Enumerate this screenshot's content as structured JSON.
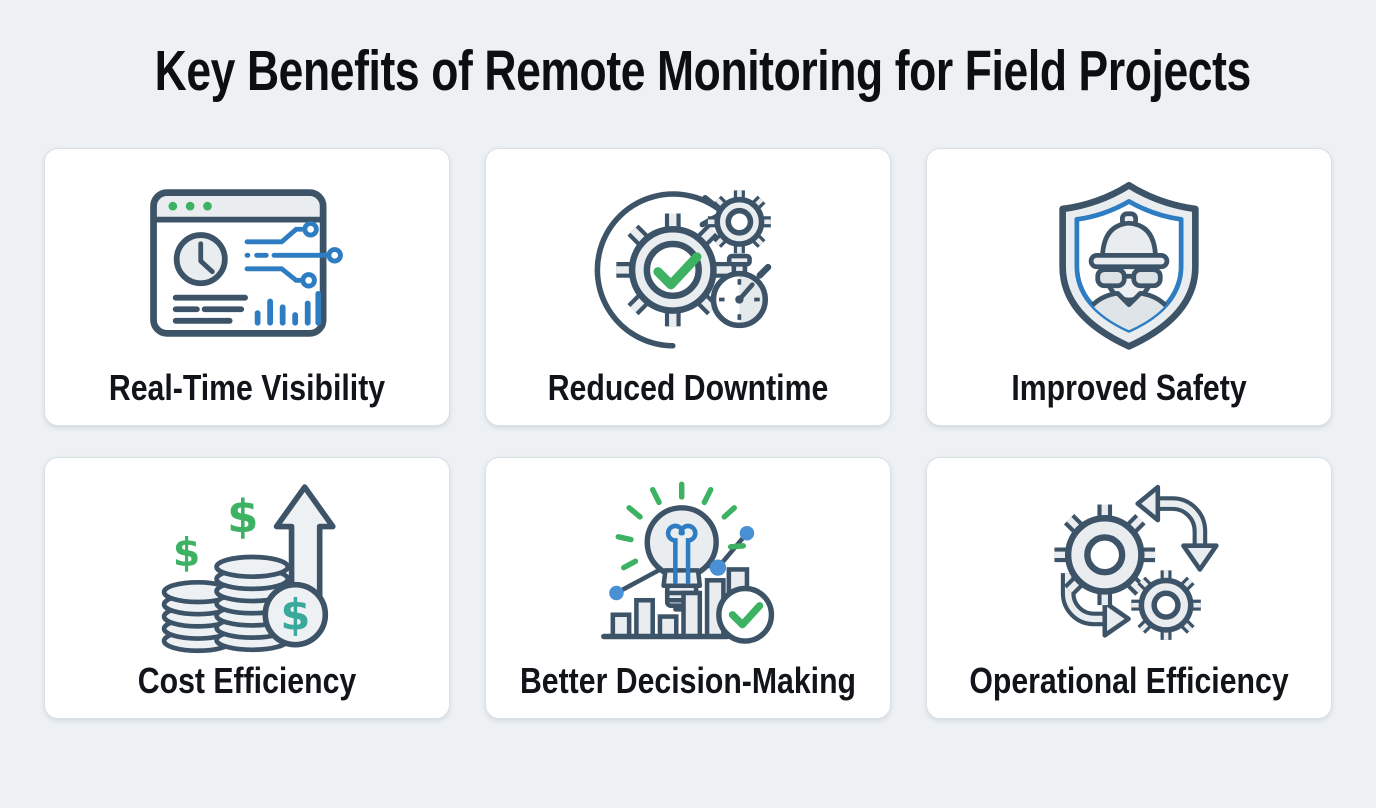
{
  "page": {
    "title": "Key Benefits of Remote Monitoring for Field Projects"
  },
  "colors": {
    "background": "#edf1f4",
    "card_background": "#ffffff",
    "card_border": "#dbe0e5",
    "title_text": "#0c0e11",
    "label_text": "#111418",
    "icon_outline_navy": "#3d5468",
    "icon_accent_blue": "#2e7cc2",
    "icon_accent_green": "#3cb262",
    "icon_accent_teal": "#3aa89b",
    "icon_light_fill": "#e9edf0"
  },
  "icons": {
    "currency_symbol": "$"
  },
  "cards": [
    {
      "label": "Real-Time Visibility",
      "icon": "dashboard-analytics-icon"
    },
    {
      "label": "Reduced Downtime",
      "icon": "gear-checkmark-stopwatch-icon"
    },
    {
      "label": "Improved Safety",
      "icon": "shield-worker-icon"
    },
    {
      "label": "Cost Efficiency",
      "icon": "coins-dollar-growth-icon"
    },
    {
      "label": "Better Decision-Making",
      "icon": "lightbulb-chart-checkmark-icon"
    },
    {
      "label": "Operational Efficiency",
      "icon": "gears-cycle-arrows-icon"
    }
  ]
}
